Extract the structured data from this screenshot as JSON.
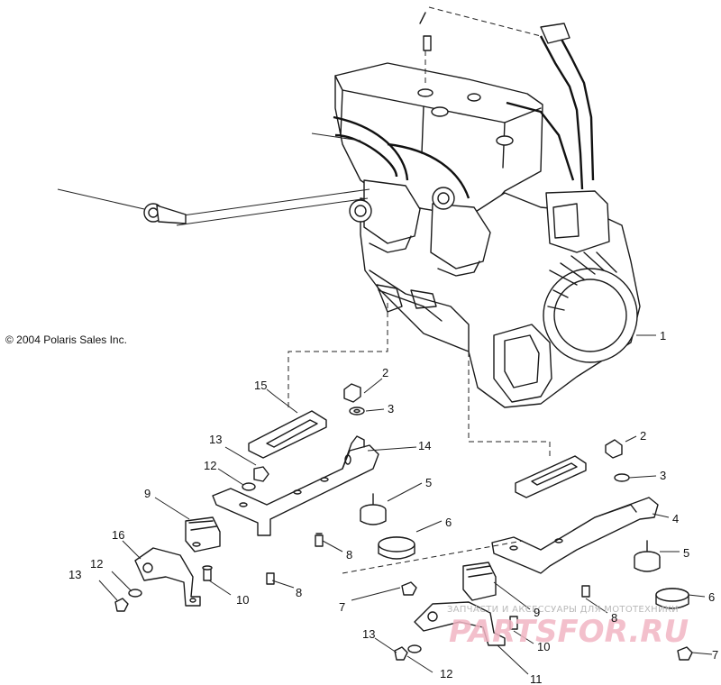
{
  "copyright": "© 2004 Polaris Sales Inc.",
  "watermark": {
    "text": "ЗАПЧАСТИ И АКСЕССУАРЫ ДЛЯ МОТОТЕХНИКИ",
    "logo": "PARTSFOR.RU",
    "logo_color": "#f2b6c4"
  },
  "callouts": {
    "c1": "1",
    "c2a": "2",
    "c2b": "2",
    "c3a": "3",
    "c3b": "3",
    "c4": "4",
    "c5a": "5",
    "c5b": "5",
    "c6a": "6",
    "c6b": "6",
    "c7a": "7",
    "c7b": "7",
    "c8a": "8",
    "c8b": "8",
    "c8c": "8",
    "c9a": "9",
    "c9b": "9",
    "c10a": "10",
    "c10b": "10",
    "c11": "11",
    "c12a": "12",
    "c12b": "12",
    "c12c": "12",
    "c13a": "13",
    "c13b": "13",
    "c13c": "13",
    "c14": "14",
    "c15": "15",
    "c16": "16"
  }
}
